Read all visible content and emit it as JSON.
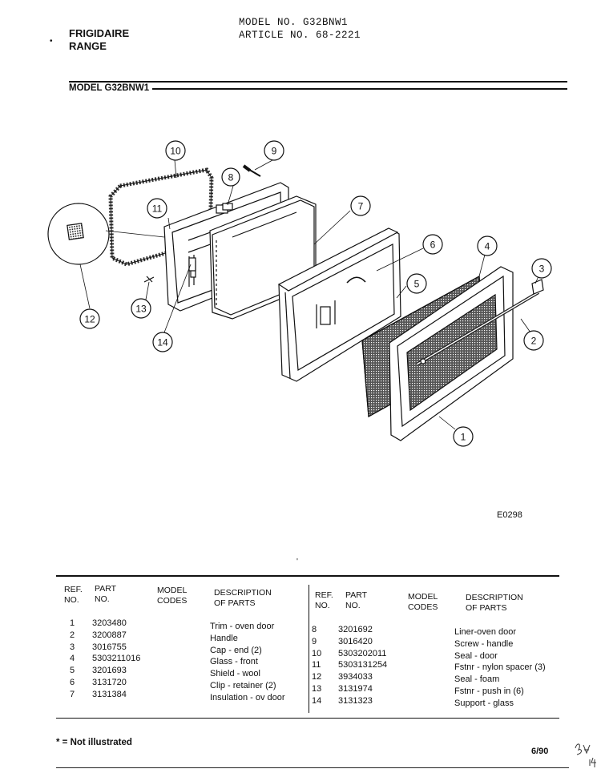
{
  "header": {
    "brand_line1": "FRIGIDAIRE",
    "brand_line2": "RANGE",
    "model_line": "MODEL NO. G32BNW1",
    "article_line": "ARTICLE NO. 68-2221",
    "model_sub": "MODEL G32BNW1"
  },
  "diagram": {
    "callouts": [
      "1",
      "2",
      "3",
      "4",
      "5",
      "6",
      "7",
      "8",
      "9",
      "10",
      "11",
      "12",
      "13",
      "14"
    ],
    "code": "E0298"
  },
  "table": {
    "headers": {
      "ref_no": [
        "REF.",
        "NO."
      ],
      "part_no": [
        "PART",
        "NO."
      ],
      "model_codes": [
        "MODEL",
        "CODES"
      ],
      "description": [
        "DESCRIPTION",
        "OF PARTS"
      ]
    },
    "left_rows": [
      {
        "ref": "1",
        "part": "3203480",
        "desc": "Trim - oven door"
      },
      {
        "ref": "2",
        "part": "3200887",
        "desc": "Handle"
      },
      {
        "ref": "3",
        "part": "3016755",
        "desc": "Cap - end (2)"
      },
      {
        "ref": "4",
        "part": "5303211016",
        "desc": "Glass - front"
      },
      {
        "ref": "5",
        "part": "3201693",
        "desc": "Shield - wool"
      },
      {
        "ref": "6",
        "part": "3131720",
        "desc": "Clip - retainer (2)"
      },
      {
        "ref": "7",
        "part": "3131384",
        "desc": "Insulation - ov door"
      }
    ],
    "right_rows": [
      {
        "ref": "8",
        "part": "3201692",
        "desc": "Liner-oven door"
      },
      {
        "ref": "9",
        "part": "3016420",
        "desc": "Screw - handle"
      },
      {
        "ref": "10",
        "part": "5303202011",
        "desc": "Seal - door"
      },
      {
        "ref": "11",
        "part": "5303131254",
        "desc": "Fstnr - nylon spacer (3)"
      },
      {
        "ref": "12",
        "part": "3934033",
        "desc": "Seal - foam"
      },
      {
        "ref": "13",
        "part": "3131974",
        "desc": "Fstnr - push in (6)"
      },
      {
        "ref": "14",
        "part": "3131323",
        "desc": "Support - glass"
      }
    ]
  },
  "footer": {
    "footnote": "* = Not illustrated",
    "date": "6/90",
    "handwritten": "BA 14"
  }
}
